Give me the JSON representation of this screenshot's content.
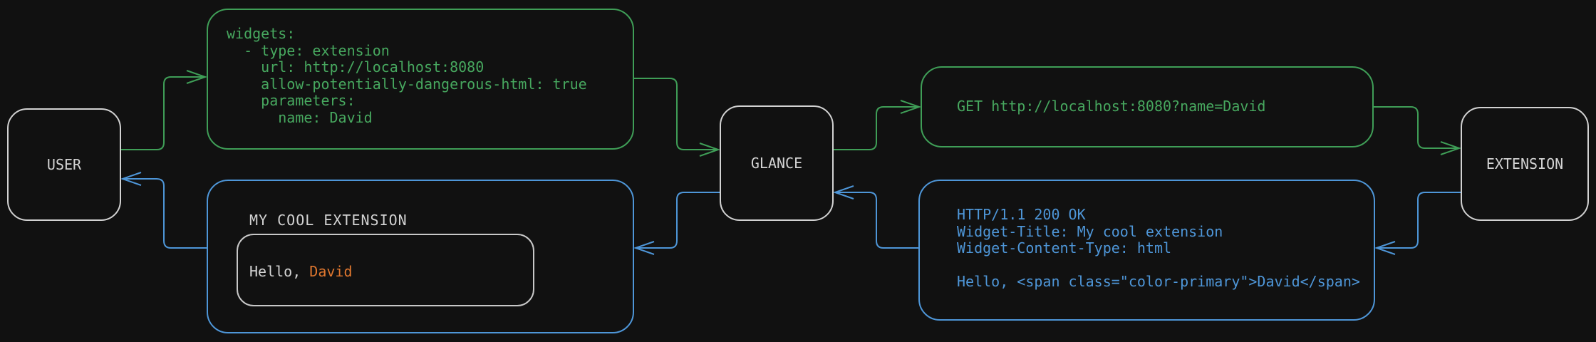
{
  "diagram": {
    "title_semantics": "Glance extension request/response flow",
    "colors": {
      "background": "#111111",
      "request_green": "#3f9e57",
      "response_blue": "#4e96d8",
      "accent_orange": "#e0772f",
      "neutral_gray": "#d2d2d2"
    },
    "nodes": {
      "user": {
        "label": "USER"
      },
      "glance": {
        "label": "GLANCE"
      },
      "extension": {
        "label": "EXTENSION"
      }
    },
    "config_box": {
      "code": "widgets:\n  - type: extension\n    url: http://localhost:8080\n    allow-potentially-dangerous-html: true\n    parameters:\n      name: David"
    },
    "request_box": {
      "code": "GET http://localhost:8080?name=David"
    },
    "response_box": {
      "code": "HTTP/1.1 200 OK\nWidget-Title: My cool extension\nWidget-Content-Type: html\n\nHello, <span class=\"color-primary\">David</span>"
    },
    "widget_box": {
      "title": "MY COOL EXTENSION",
      "greeting_prefix": "Hello, ",
      "greeting_name": "David"
    }
  }
}
